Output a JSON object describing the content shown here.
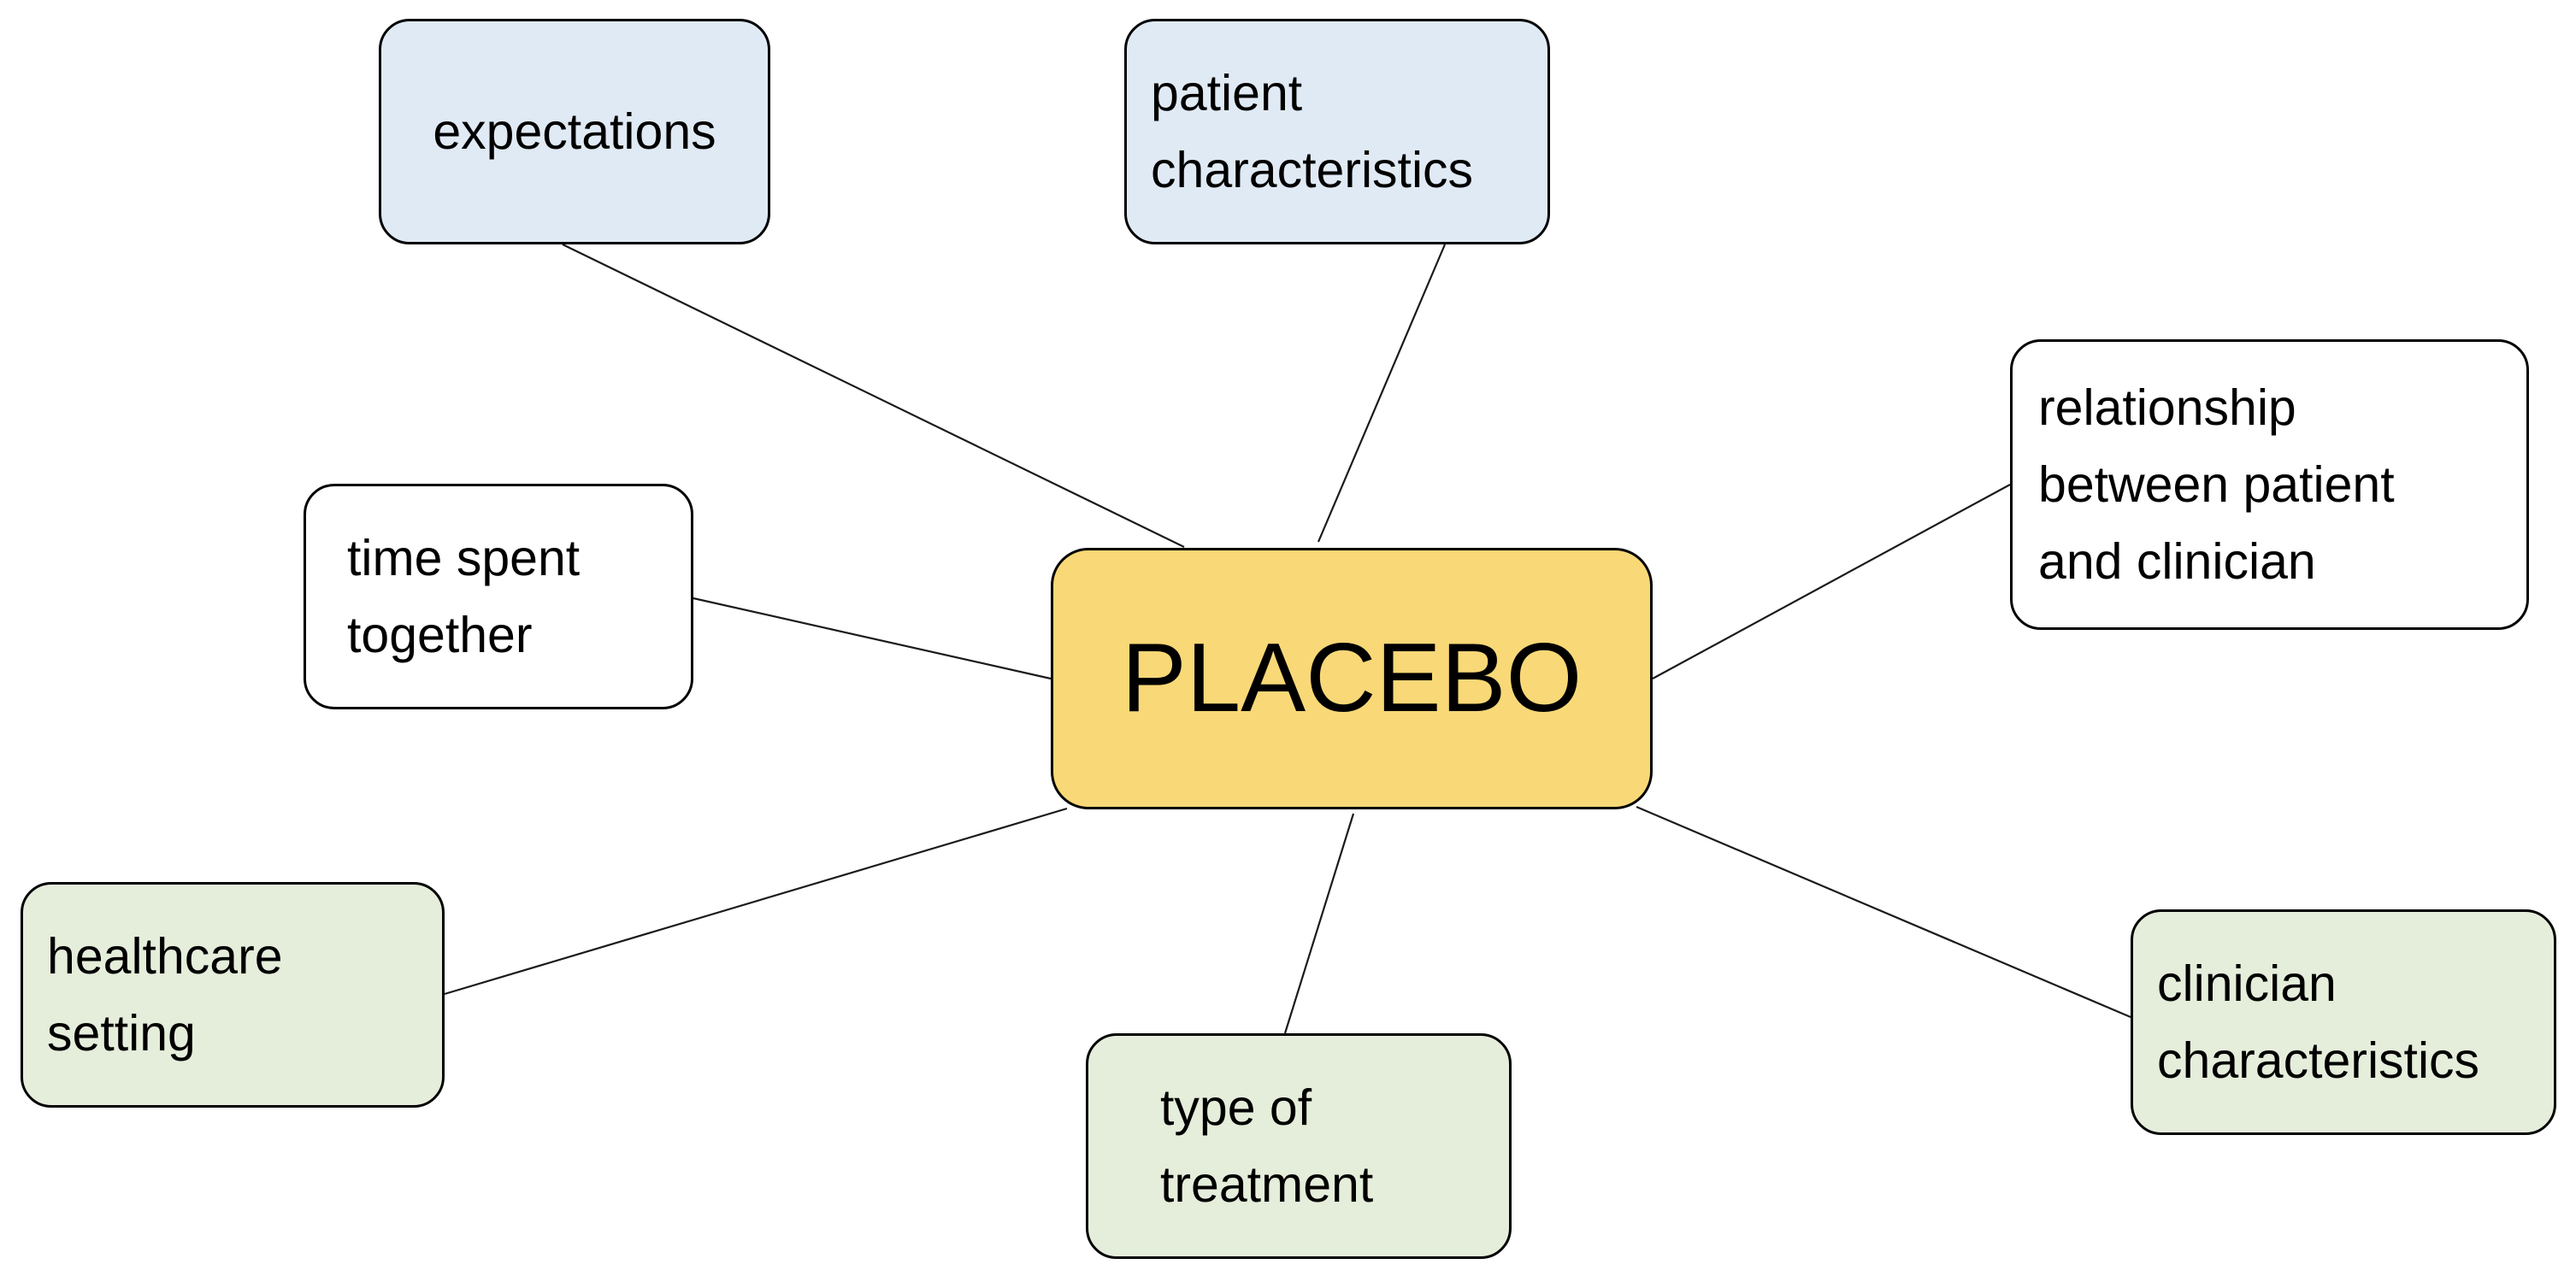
{
  "center": {
    "label": "PLACEBO",
    "fill": "#f9d877"
  },
  "factors": {
    "expectations": {
      "label": "expectations",
      "fill": "#e0eaf5"
    },
    "patient_characteristics": {
      "label": "patient\ncharacteristics",
      "fill": "#e0eaf5"
    },
    "relationship": {
      "label": "relationship\nbetween patient\nand clinician",
      "fill": "#ffffff"
    },
    "time_spent": {
      "label": "time spent\n together",
      "fill": "#ffffff"
    },
    "healthcare_setting": {
      "label": "healthcare\nsetting",
      "fill": "#e5eddb"
    },
    "type_of_treatment": {
      "label": "type of\ntreatment",
      "fill": "#e5eddb"
    },
    "clinician_characteristics": {
      "label": "clinician\ncharacteristics",
      "fill": "#e5eddb"
    }
  },
  "colors": {
    "border": "#000000",
    "connector": "#1a1a1a"
  }
}
